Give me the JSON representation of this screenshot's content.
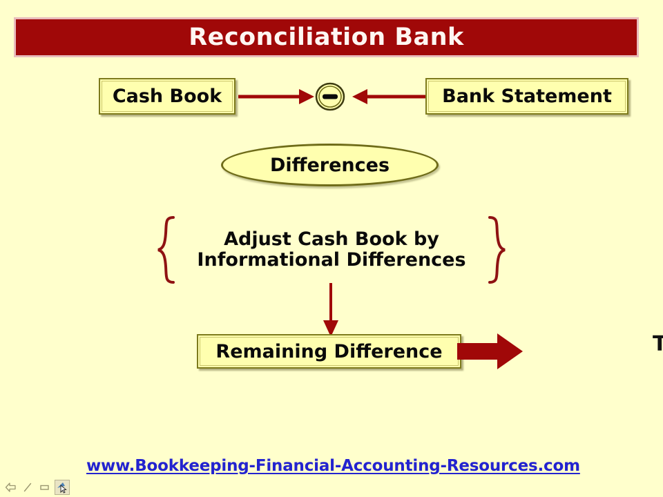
{
  "slide": {
    "background_color": "#ffffcc",
    "title": "Reconciliation Bank",
    "title_bar_color": "#a00808",
    "title_border_color": "#e8bcbc",
    "title_text_color": "#fff6f2"
  },
  "nodes": {
    "cash_book": "Cash Book",
    "bank_statement": "Bank Statement",
    "operator_symbol": "−",
    "operator_name": "minus",
    "differences": "Differences",
    "adjust_line_1": "Adjust Cash Book by",
    "adjust_line_2": "Informational Differences",
    "remaining_difference": "Remaining Difference",
    "edge_cut_text": "T"
  },
  "style": {
    "box_fill": "#ffffaf",
    "box_border": "#7d7a1c",
    "arrow_color": "#a00808",
    "brace_color": "#8f1212",
    "text_color": "#0a0a0a",
    "link_color": "#2323cf"
  },
  "footer": {
    "url": "www.Bookkeeping-Financial-Accounting-Resources.com"
  },
  "toolbar": {
    "items": [
      {
        "name": "back-arrow-icon",
        "label": "Back"
      },
      {
        "name": "pen-icon",
        "label": "Pen"
      },
      {
        "name": "rectangle-icon",
        "label": "Rectangle"
      },
      {
        "name": "cursor-icon",
        "label": "Select",
        "active": true
      }
    ]
  }
}
